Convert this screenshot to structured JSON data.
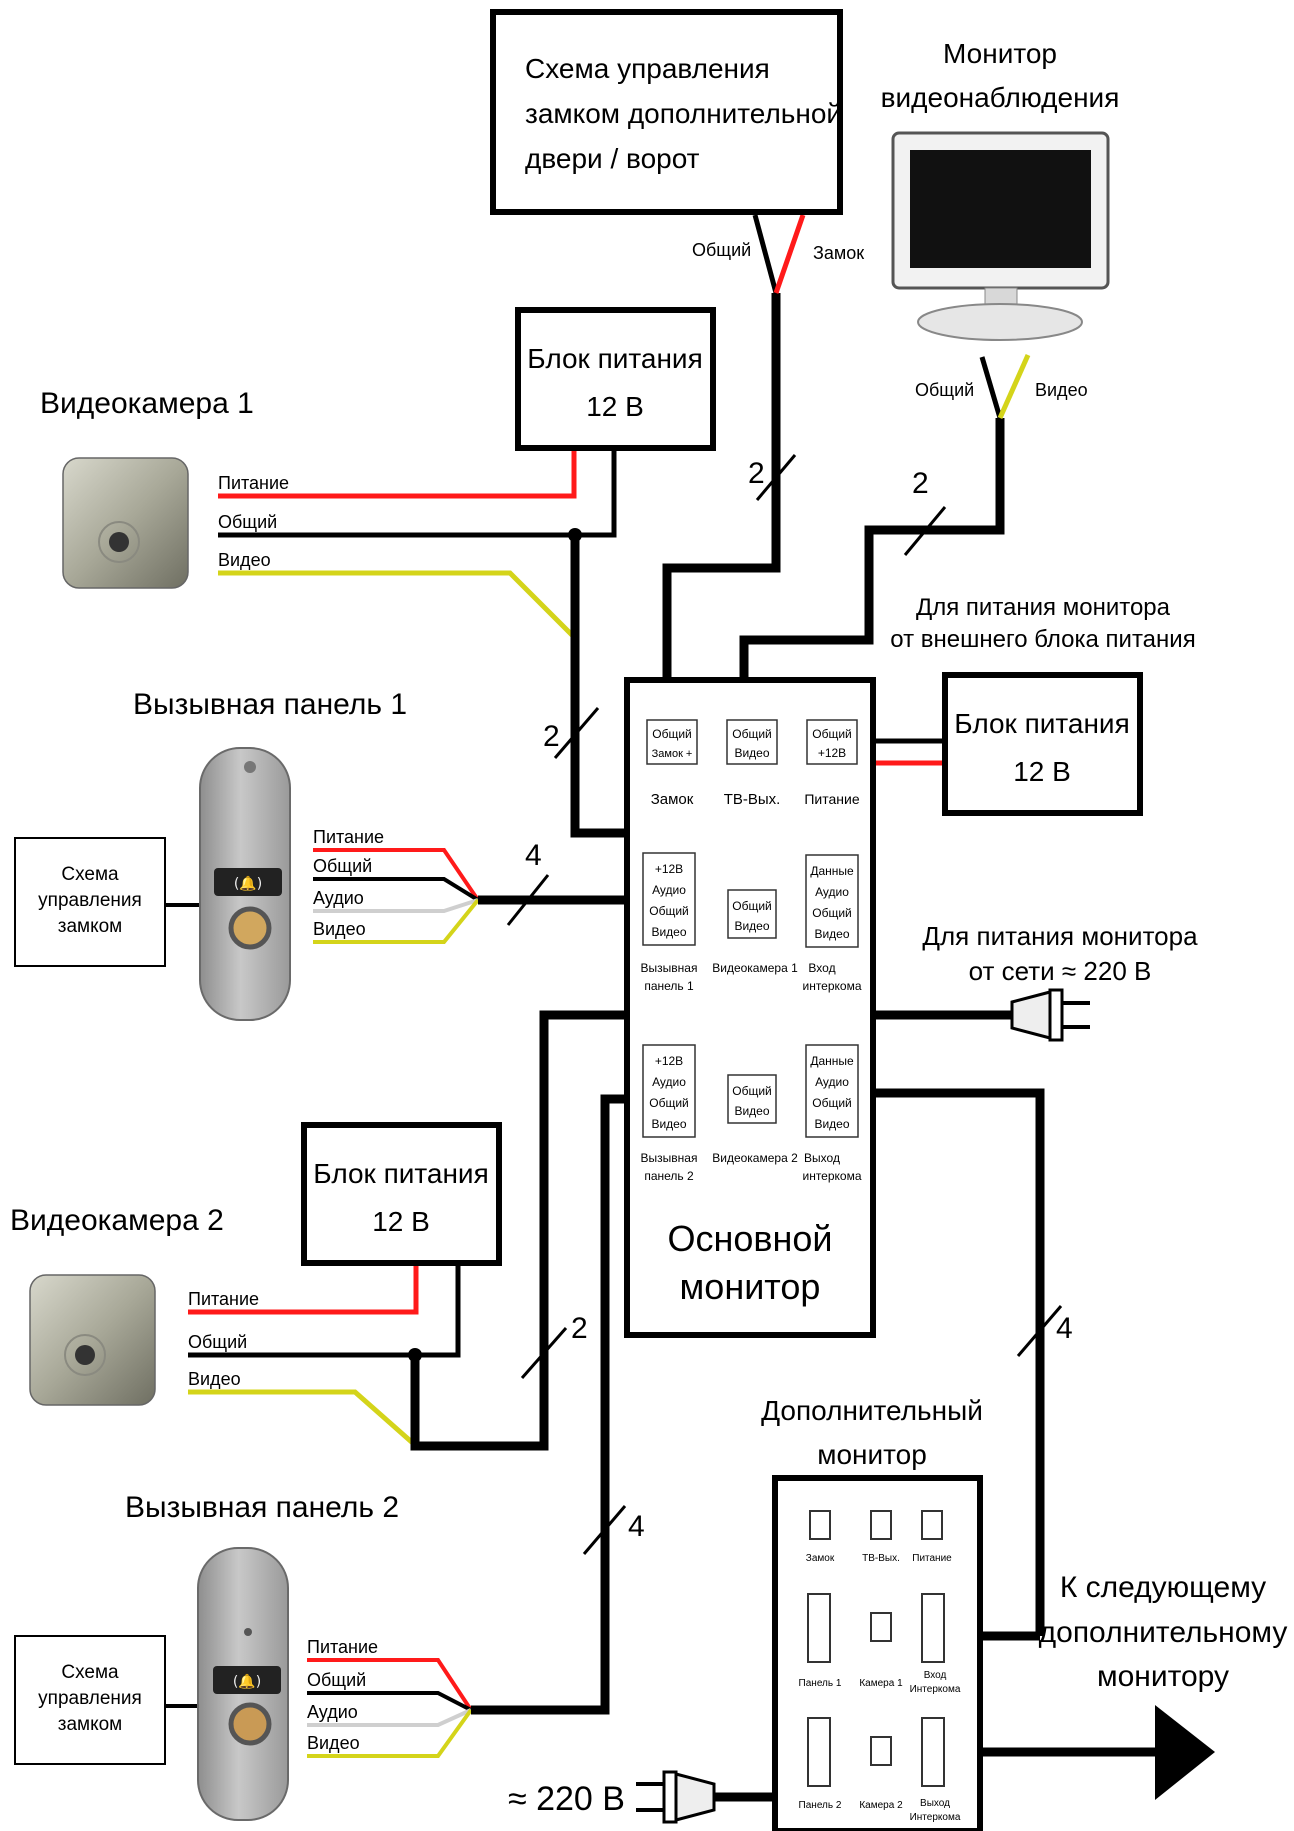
{
  "lock_scheme_top": {
    "lines": [
      "Схема управления",
      "замком дополнительной",
      "двери / ворот"
    ]
  },
  "lock_wires": {
    "common": "Общий",
    "lock": "Замок"
  },
  "cctv_monitor": {
    "lines": [
      "Монитор",
      "видеонаблюдения"
    ]
  },
  "cctv_wires": {
    "common": "Общий",
    "video": "Видео"
  },
  "psu_top": {
    "lines": [
      "Блок питания",
      "12 В"
    ]
  },
  "camera1": {
    "title": "Видеокамера 1",
    "wires": [
      "Питание",
      "Общий",
      "Видео"
    ]
  },
  "wire_count": {
    "two": "2",
    "four": "4"
  },
  "ext_power_note": {
    "lines": [
      "Для питания монитора",
      "от внешнего блока питания"
    ]
  },
  "psu_right": {
    "lines": [
      "Блок питания",
      "12 В"
    ]
  },
  "call_panel1": {
    "title": "Вызывная панель 1",
    "wires": [
      "Питание",
      "Общий",
      "Аудио",
      "Видео"
    ]
  },
  "lock_scheme_left1": {
    "lines": [
      "Схема",
      "управления",
      "замком"
    ]
  },
  "main_monitor": {
    "title": [
      "Основной",
      "монитор"
    ],
    "ports": {
      "lock": {
        "inside": [
          "Общий",
          "Замок +"
        ],
        "label": [
          "Замок"
        ]
      },
      "tvout": {
        "inside": [
          "Общий",
          "Видео"
        ],
        "label": [
          "ТВ-Вых."
        ]
      },
      "power": {
        "inside": [
          "Общий",
          "+12В"
        ],
        "label": [
          "Питание"
        ]
      },
      "panel1": {
        "inside": [
          "+12В",
          "Аудио",
          "Общий",
          "Видео"
        ],
        "label": [
          "Вызывная",
          "панель 1"
        ]
      },
      "cam1": {
        "inside": [
          "Общий",
          "Видео"
        ],
        "label": [
          "Видеокамера 1"
        ]
      },
      "intercom_in": {
        "inside": [
          "Данные",
          "Аудио",
          "Общий",
          "Видео"
        ],
        "label": [
          "Вход",
          "интеркома"
        ]
      },
      "panel2": {
        "inside": [
          "+12В",
          "Аудио",
          "Общий",
          "Видео"
        ],
        "label": [
          "Вызывная",
          "панель 2"
        ]
      },
      "cam2": {
        "inside": [
          "Общий",
          "Видео"
        ],
        "label": [
          "Видеокамера 2"
        ]
      },
      "intercom_out": {
        "inside": [
          "Данные",
          "Аудио",
          "Общий",
          "Видео"
        ],
        "label": [
          "Выход",
          "интеркома"
        ]
      }
    }
  },
  "mains_note": {
    "lines": [
      "Для питания монитора",
      "от сети ≈ 220 В"
    ]
  },
  "psu_cam2": {
    "lines": [
      "Блок питания",
      "12 В"
    ]
  },
  "camera2": {
    "title": "Видеокамера 2",
    "wires": [
      "Питание",
      "Общий",
      "Видео"
    ]
  },
  "extra_monitor": {
    "title": [
      "Дополнительный",
      "монитор"
    ],
    "ports": [
      [
        "Замок"
      ],
      [
        "ТВ-Вых."
      ],
      [
        "Питание"
      ],
      [
        "Панель 1"
      ],
      [
        "Камера 1"
      ],
      [
        "Вход",
        "Интеркома"
      ],
      [
        "Панель 2"
      ],
      [
        "Камера 2"
      ],
      [
        "Выход",
        "Интеркома"
      ]
    ]
  },
  "next_monitor": {
    "lines": [
      "К следующему",
      "дополнительному",
      "монитору"
    ]
  },
  "call_panel2": {
    "title": "Вызывная панель 2",
    "wires": [
      "Питание",
      "Общий",
      "Аудио",
      "Видео"
    ]
  },
  "lock_scheme_left2": {
    "lines": [
      "Схема",
      "управления",
      "замком"
    ]
  },
  "mains_voltage": "≈ 220 В",
  "colors": {
    "power": "#ff1a1a",
    "common": "#000000",
    "video": "#d4d41a",
    "audio": "#cfcfcf",
    "device": "#a9a9a9"
  }
}
